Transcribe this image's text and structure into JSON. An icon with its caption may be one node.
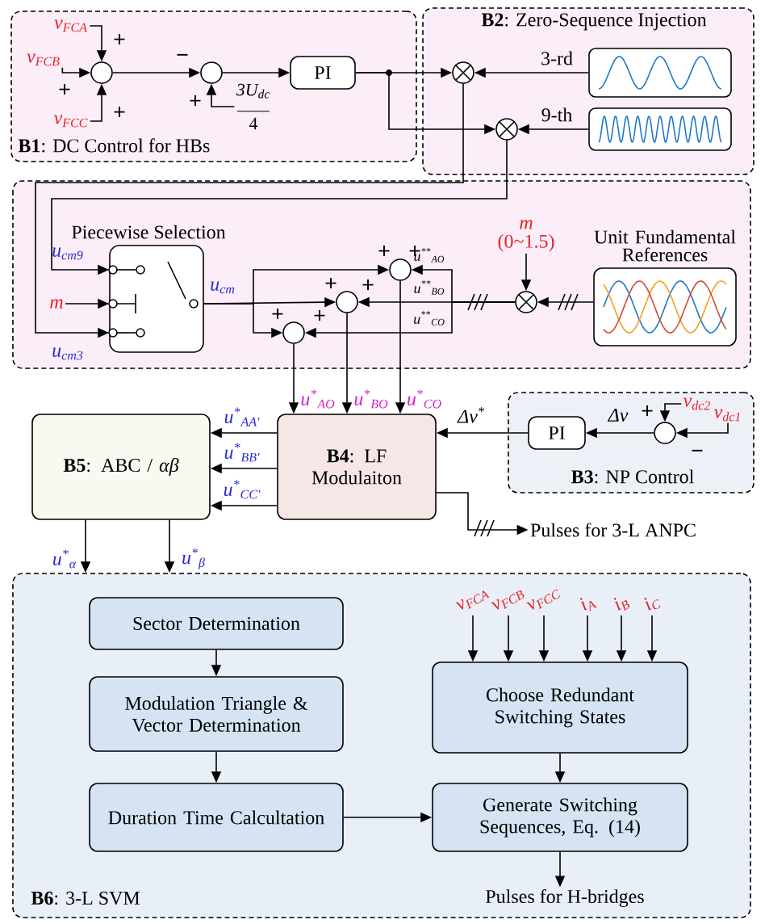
{
  "diagram": {
    "nodes": [
      {
        "text": [
          "**B1**: DC Control for HBs"
        ]
      },
      {
        "text": [],
        "shape": "circle",
        "in": 0
      },
      {
        "text": [
          "v$_{FCA}$"
        ],
        "in": 0
      },
      {
        "text": [
          "v$_{FCB}$"
        ],
        "in": 0
      },
      {
        "text": [
          "v$_{FCC}$"
        ],
        "in": 0
      },
      {
        "text": [],
        "shape": "circle",
        "in": 0
      },
      {
        "text": [
          "3U$_{dc}$",
          "4"
        ],
        "in": 0
      },
      {
        "text": [
          "PI"
        ],
        "in": 0
      },
      {
        "text": [
          "**B2**: Zero-Sequence Injection"
        ]
      },
      {
        "text": [],
        "shape": "circle",
        "in": 8
      },
      {
        "text": [],
        "shape": "circle",
        "in": 8
      },
      {
        "text": [],
        "shape": "box",
        "in": 8
      },
      {
        "text": [],
        "shape": "box",
        "in": 8
      },
      {
        "text": [
          "Piecewise Selection"
        ]
      },
      {
        "text": [
          "m"
        ]
      },
      {
        "text": [],
        "shape": "circle"
      },
      {
        "text": [],
        "shape": "circle"
      },
      {
        "text": [],
        "shape": "circle"
      },
      {
        "text": [],
        "shape": "circle"
      },
      {
        "text": [
          "m",
          "(0~1.5)"
        ]
      },
      {
        "text": [
          "Unit Fundamental References"
        ]
      },
      {
        "text": [
          "**B4**: LF Modulaiton"
        ]
      },
      {
        "text": [
          "**B5**: ABC / *αβ*"
        ]
      },
      {
        "text": [
          "**B3**: NP Control"
        ]
      },
      {
        "text": [
          "PI"
        ],
        "in": 23
      },
      {
        "text": [],
        "shape": "circle",
        "in": 23
      },
      {
        "text": [
          "v$_{dc2}$"
        ],
        "in": 23
      },
      {
        "text": [
          "v$_{dc1}$"
        ],
        "in": 23
      },
      {
        "text": [
          "Pulses for 3-L ANPC"
        ]
      },
      {
        "text": [
          "**B6**: 3-L SVM"
        ]
      },
      {
        "text": [
          "Sector Determination"
        ],
        "in": 29
      },
      {
        "text": [
          "Modulation Triangle & Vector Determination"
        ],
        "in": 29
      },
      {
        "text": [
          "Duration Time Calcultation"
        ],
        "in": 29
      },
      {
        "text": [
          "Choose Redundant Switching States"
        ],
        "in": 29
      },
      {
        "text": [
          "Generate Switching Sequences, Eq. (14)"
        ],
        "in": 29
      },
      {
        "text": [
          "v$_{FCA}$"
        ],
        "in": 29
      },
      {
        "text": [
          "v$_{FCB}$"
        ],
        "in": 29
      },
      {
        "text": [
          "v$_{FCC}$"
        ],
        "in": 29
      },
      {
        "text": [
          "i$_{A}$"
        ],
        "in": 29
      },
      {
        "text": [
          "i$_{B}$"
        ],
        "in": 29
      },
      {
        "text": [
          "i$_{C}$"
        ],
        "in": 29
      },
      {
        "text": [
          "Pulses for H-bridges"
        ],
        "in": 29
      }
    ],
    "edges": [
      {
        "from": 2,
        "to": 1,
        "arrow": "to"
      },
      {
        "from": 3,
        "to": 1,
        "arrow": "to"
      },
      {
        "from": 4,
        "to": 1,
        "arrow": "to"
      },
      {
        "from": 1,
        "to": 5,
        "arrow": "to"
      },
      {
        "from": 6,
        "to": 5,
        "arrow": "to"
      },
      {
        "from": 5,
        "to": 7,
        "arrow": "to"
      },
      {
        "from": 7,
        "to": 9,
        "arrow": "to"
      },
      {
        "from": 7,
        "to": 10,
        "arrow": "to"
      },
      {
        "from": 11,
        "to": 9,
        "arrow": "to",
        "label": "3-rd"
      },
      {
        "from": 12,
        "to": 10,
        "arrow": "to",
        "label": "9-th"
      },
      {
        "from": 9,
        "to": 13,
        "arrow": "to",
        "label": "u$_{cm3}$"
      },
      {
        "from": 10,
        "to": 13,
        "arrow": "to",
        "label": "u$_{cm9}$"
      },
      {
        "from": 14,
        "to": 13,
        "arrow": "to"
      },
      {
        "from": 13,
        "to": 15,
        "arrow": "to"
      },
      {
        "from": 13,
        "to": 16,
        "arrow": "to",
        "label": "u$_{cm}$"
      },
      {
        "from": 13,
        "to": 17,
        "arrow": "to"
      },
      {
        "from": 18,
        "to": 15,
        "arrow": "to",
        "label": "u$^{**}$$_{AO}$"
      },
      {
        "from": 18,
        "to": 16,
        "arrow": "to",
        "label": "u$^{**}$$_{BO}$"
      },
      {
        "from": 18,
        "to": 17,
        "arrow": "to",
        "label": "u$^{**}$$_{CO}$"
      },
      {
        "from": 20,
        "to": 18,
        "arrow": "to"
      },
      {
        "from": 19,
        "to": 18,
        "arrow": "to"
      },
      {
        "from": 17,
        "to": 21,
        "arrow": "to",
        "label": "u$^{*}$$_{AO}$"
      },
      {
        "from": 16,
        "to": 21,
        "arrow": "to",
        "label": "u$^{*}$$_{BO}$"
      },
      {
        "from": 15,
        "to": 21,
        "arrow": "to",
        "label": "u$^{*}$$_{CO}$"
      },
      {
        "from": 21,
        "to": 22,
        "arrow": "to",
        "label": "u$^{*}$$_{AA'}$"
      },
      {
        "from": 21,
        "to": 22,
        "arrow": "to",
        "label": "u$^{*}$$_{BB'}$"
      },
      {
        "from": 21,
        "to": 22,
        "arrow": "to",
        "label": "u$^{*}$$_{CC'}$"
      },
      {
        "from": 24,
        "to": 21,
        "arrow": "to",
        "label": "Δv$^{*}$"
      },
      {
        "from": 25,
        "to": 24,
        "arrow": "to",
        "label": "Δv"
      },
      {
        "from": 26,
        "to": 25,
        "arrow": "to"
      },
      {
        "from": 27,
        "to": 25,
        "arrow": "to"
      },
      {
        "from": 21,
        "to": 28,
        "arrow": "to"
      },
      {
        "from": 22,
        "to": 29,
        "arrow": "to",
        "label": "u$^{*}$$_{α}$"
      },
      {
        "from": 22,
        "to": 29,
        "arrow": "to",
        "label": "u$^{*}$$_{β}$"
      },
      {
        "from": 30,
        "to": 31,
        "arrow": "to"
      },
      {
        "from": 31,
        "to": 32,
        "arrow": "to"
      },
      {
        "from": 32,
        "to": 34,
        "arrow": "to"
      },
      {
        "from": 33,
        "to": 34,
        "arrow": "to"
      },
      {
        "from": 35,
        "to": 33,
        "arrow": "to"
      },
      {
        "from": 36,
        "to": 33,
        "arrow": "to"
      },
      {
        "from": 37,
        "to": 33,
        "arrow": "to"
      },
      {
        "from": 38,
        "to": 33,
        "arrow": "to"
      },
      {
        "from": 39,
        "to": 33,
        "arrow": "to"
      },
      {
        "from": 40,
        "to": 33,
        "arrow": "to"
      },
      {
        "from": 34,
        "to": 41,
        "arrow": "to"
      }
    ],
    "labels": [
      "+",
      "+",
      "+",
      "−",
      "+",
      "+",
      "+",
      "+",
      "+",
      "+",
      "+",
      "+",
      "−"
    ]
  }
}
